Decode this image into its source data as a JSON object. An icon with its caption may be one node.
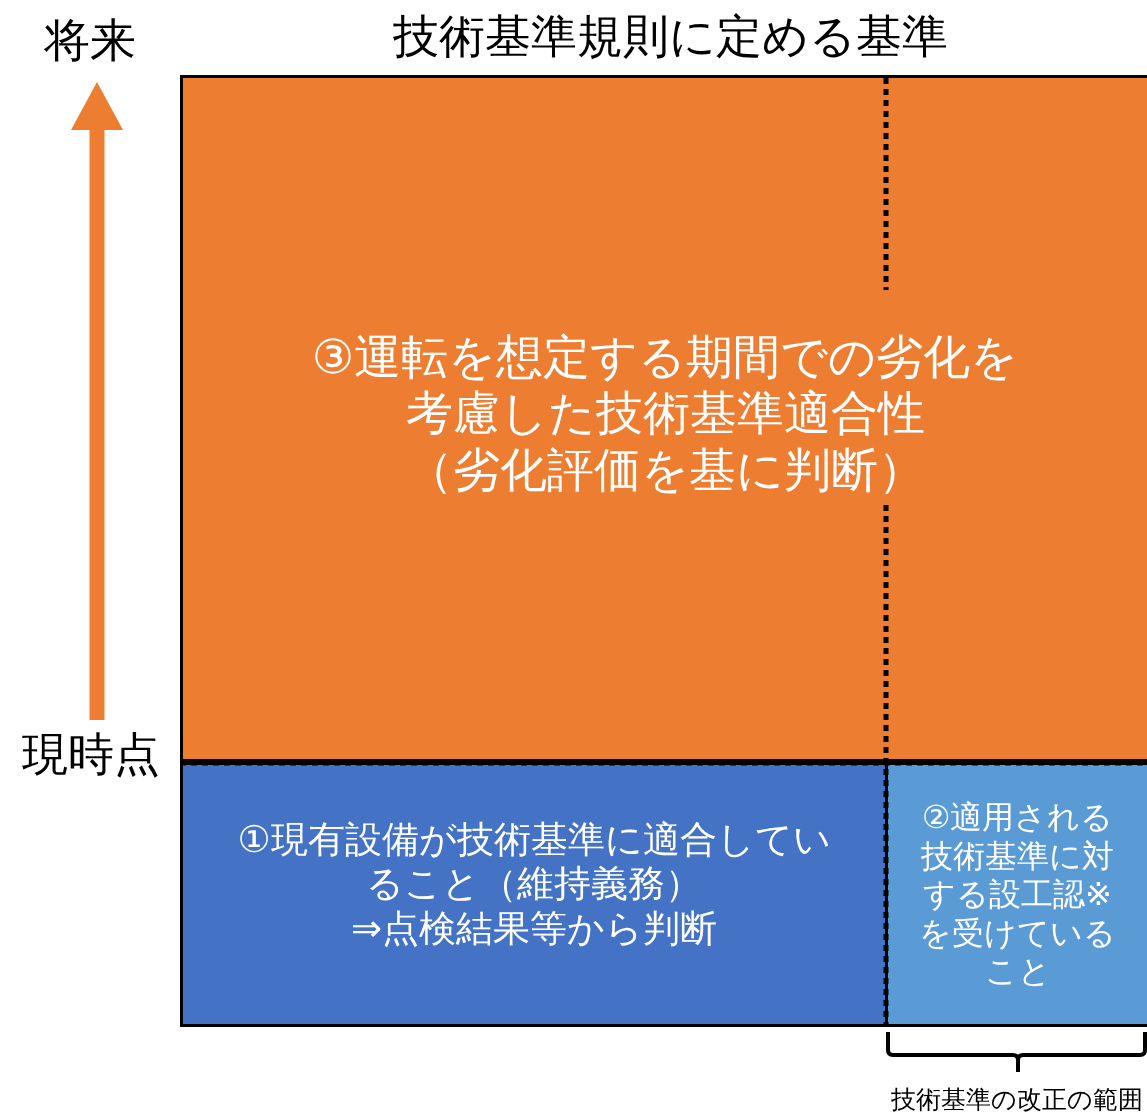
{
  "diagram": {
    "title": "技術基準規則に定める基準",
    "nodes": [
      {
        "text": [
          "③運転を想定する期間での劣化を考慮した技術基準適合性",
          "（劣化評価を基に判断）"
        ]
      },
      {
        "text": [
          "①現有設備が技術基準に適合していること（維持義務）",
          "⇒点検結果等から判断"
        ]
      },
      {
        "text": [
          "②適用される技術基準に対する設工認※を受けていること"
        ]
      },
      {
        "text": [
          "将来"
        ]
      },
      {
        "text": [
          "現時点"
        ]
      }
    ],
    "edges": [
      {
        "from": 4,
        "to": 3,
        "arrow": "to"
      }
    ],
    "labels": [
      "技術基準の改正の範囲"
    ]
  }
}
